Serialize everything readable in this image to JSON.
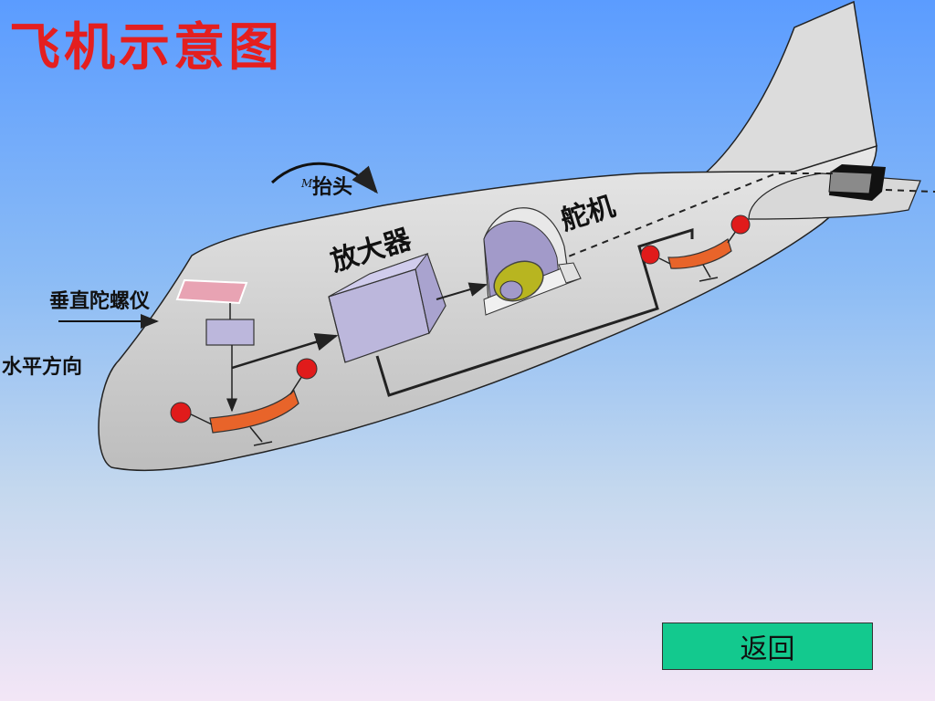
{
  "title": "飞机示意图",
  "labels": {
    "pitch_up": "抬头",
    "pitch_up_prefix": "M",
    "amplifier": "放大器",
    "servo": "舵机",
    "vertical_gyro": "垂直陀螺仪",
    "horizontal_direction": "水平方向"
  },
  "return_button": "返回",
  "colors": {
    "title": "#e41f1f",
    "fuselage": "#c8c8c8",
    "component_box": "#bcb7dc",
    "potentiometer": "#e8642a",
    "contact_dot": "#e01b1b",
    "servo_drum": "#b8b520",
    "button": "#13c98e"
  },
  "icons": [
    "pitch-up-arrow-icon",
    "direction-arrow-icon"
  ]
}
